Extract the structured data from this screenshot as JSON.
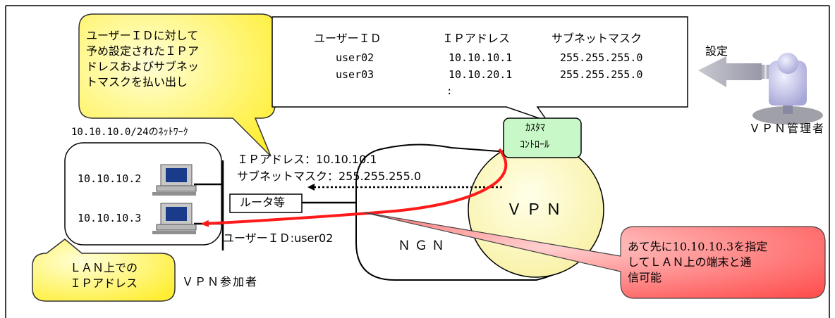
{
  "callout_top": {
    "lines": [
      "ユーザーＩＤに対して",
      "予め設定されたＩＰア",
      "ドレスおよびサブネッ",
      "トマスクを払い出し"
    ]
  },
  "table": {
    "headers": [
      "ユーザーＩＤ",
      "ＩＰアドレス",
      "サブネットマスク"
    ],
    "rows": [
      [
        "user02",
        "10.10.10.1",
        "255.255.255.0"
      ],
      [
        "user03",
        "10.10.20.1",
        "255.255.255.0"
      ]
    ],
    "ellipsis": ":"
  },
  "admin": {
    "setting_label": "設定",
    "name": "ＶＰＮ管理者"
  },
  "network_label": "10.10.10.0/24のﾈｯﾄﾜｰｸ",
  "lan": {
    "host1": "10.10.10.2",
    "host2": "10.10.10.3"
  },
  "router": {
    "ip_line": "ＩＰアドレス：10.10.10.1",
    "mask_line": "サブネットマスク：255.255.255.0",
    "label": "ルータ等",
    "user_line": "ユーザーＩＤ:user02"
  },
  "custom_control": [
    "ｶｽﾀﾏ",
    "ｺﾝﾄﾛｰﾙ"
  ],
  "vpn_label": "ＶＰＮ",
  "ngn_label": "ＮＧＮ",
  "callout_right": {
    "lines": [
      "あて先に10.10.10.3を指定",
      "してＬＡＮ上の端末と通",
      "信可能"
    ]
  },
  "callout_lan": {
    "lines": [
      "ＬＡＮ上での",
      "ＩＰアドレス"
    ]
  },
  "participant_label": "ＶＰＮ参加者",
  "colors": {
    "callout_yellow": "#ffff80",
    "callout_pink": "#ff6666",
    "vpn_fill": "#ffffc8",
    "custom_green": "#ccffcc",
    "red_arrow": "#ff1a1a"
  }
}
